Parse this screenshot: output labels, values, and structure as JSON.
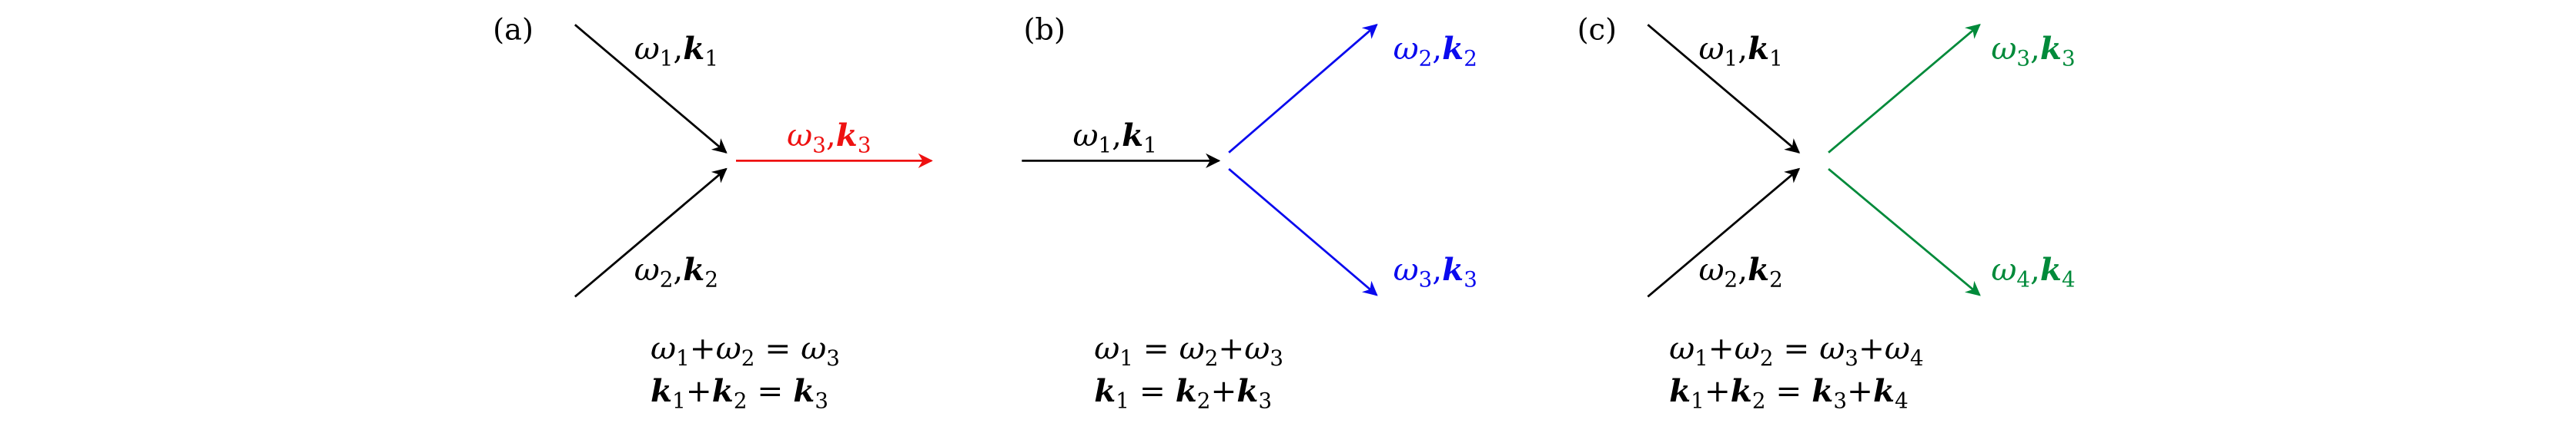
{
  "colors": {
    "black": "#000000",
    "red": "#ee1111",
    "blue": "#0a0aee",
    "green": "#008a3a"
  },
  "panels": [
    {
      "label": "(a)",
      "in1": "ω1,k1",
      "in2": "ω2,k2",
      "out": "ω3,k3",
      "eq_omega": "ω1+ω2 = ω3",
      "eq_k": "k1+k2 = k3"
    },
    {
      "label": "(b)",
      "in1": "ω1,k1",
      "out1": "ω2,k2",
      "out2": "ω3,k3",
      "eq_omega": "ω1 = ω2+ω3",
      "eq_k": "k1 = k2+k3"
    },
    {
      "label": "(c)",
      "in1": "ω1,k1",
      "in2": "ω2,k2",
      "out1": "ω3,k3",
      "out2": "ω4,k4",
      "eq_omega": "ω1+ω2 = ω3+ω4",
      "eq_k": "k1+k2 = k3+k4"
    }
  ]
}
